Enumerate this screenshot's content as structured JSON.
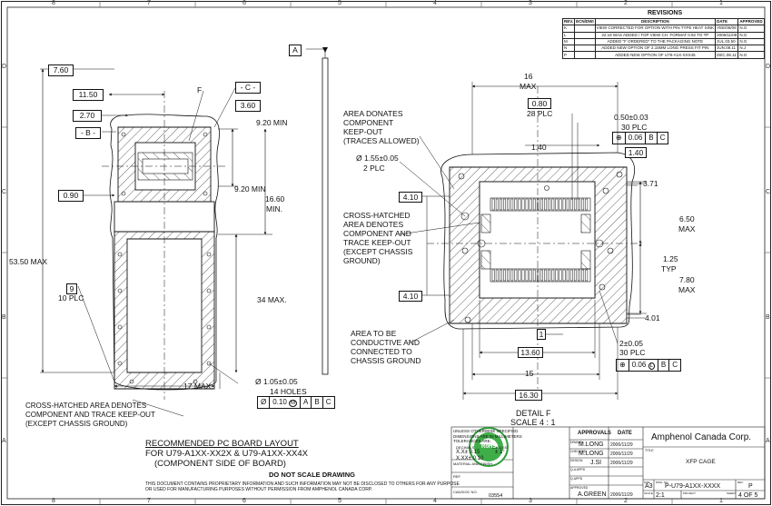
{
  "grid": {
    "top_numbers": [
      "8",
      "7",
      "6",
      "5",
      "4",
      "3",
      "2",
      "1"
    ],
    "bottom_numbers": [
      "8",
      "7",
      "6",
      "5",
      "4",
      "3",
      "2",
      "1"
    ],
    "side_letters": [
      "D",
      "C",
      "B",
      "A"
    ]
  },
  "revisions": {
    "title": "REVISIONS",
    "headers": [
      "REV.",
      "ECN/DWI",
      "DESCRIPTION",
      "DATE",
      "APPROVED"
    ],
    "rows": [
      [
        "K",
        "",
        "VIEW CORRECTED FOR OPTION WITH PIN TYPE HEAT SINK",
        "YEE/06/09",
        "N.G"
      ],
      [
        "L",
        "",
        "22.18 WAS ADDED / TOP VIEW CH. FORMAT 0.92 TO TP",
        "2006/11/09",
        "N.G"
      ],
      [
        "M",
        "",
        "ADDED \"F ORDERED\" TO THE PACKAGING NOTE",
        "JUL.03.50",
        "N.G"
      ],
      [
        "N",
        "",
        "ADDED NEW OPTION OF 2.15MM LONG PRESS FIT PIN",
        "JUN.08.11",
        "N.J"
      ],
      [
        "P",
        "",
        "ADDED NEW OPTION OF U79-A1X-XXX45",
        "DEC.06.11",
        "N.G"
      ]
    ]
  },
  "left_view": {
    "dims": {
      "d760": "7.60",
      "d1150": "11.50",
      "d270": "2.70",
      "d360": "3.60",
      "d920a": "9.20 MIN",
      "d920b": "9.20 MIN",
      "d1660a": "16.60",
      "d1660b": "MIN.",
      "d090": "0.90",
      "d5350": "53.50 MAX",
      "d9": "9",
      "d10plc": "10 PLC",
      "d34": "34 MAX.",
      "d17": "17 MAX.",
      "hole1": "Ø 1.05±0.05",
      "hole2": "14 HOLES"
    },
    "datums": {
      "b": "- B -",
      "c": "- C -",
      "a": "A",
      "f": "F"
    },
    "fcf": [
      "Ø",
      "0.10",
      "M",
      "A",
      "B",
      "C"
    ],
    "note": "CROSS-HATCHED AREA DENOTES\nCOMPONENT AND TRACE KEEP-OUT\n(EXCEPT CHASSIS GROUND)"
  },
  "right_view": {
    "dims": {
      "d16": "16",
      "d16max": "MAX",
      "d080": "0.80",
      "d28plc": "28 PLC",
      "d050": "0.50±0.03",
      "d30plc": "30 PLC",
      "d140a": "1.40",
      "d140b": "1.40",
      "d371": "3.71",
      "d410a": "4.10",
      "d410b": "4.10",
      "d650": "6.50",
      "d650max": "MAX",
      "d125": "1.25",
      "d125typ": "TYP",
      "d780": "7.80",
      "d780max": "MAX",
      "d401": "4.01",
      "d1": "1",
      "d2": "2±0.05",
      "d2plc": "30 PLC",
      "d1360": "13.60",
      "d15": "15",
      "d1630": "16.30",
      "hole1": "Ø 1.55±0.05",
      "hole2": "2 PLC"
    },
    "fcf1": [
      "⊕",
      "0.06",
      "B",
      "C"
    ],
    "fcf2": [
      "⊕",
      "0.06",
      "L",
      "B",
      "C"
    ],
    "notes": {
      "keepout": "AREA DONATES\nCOMPONENT\nKEEP-OUT\n(TRACES ALLOWED)",
      "crosshatch": "CROSS-HATCHED\nAREA DENOTES\nCOMPONENT AND\nTRACE KEEP-OUT\n(EXCEPT CHASSIS\nGROUND)",
      "conductive": "AREA TO BE\nCONDUCTIVE AND\nCONNECTED TO\nCHASSIS GROUND"
    },
    "detail": "DETAIL F",
    "scale": "SCALE 4 : 1"
  },
  "captions": {
    "line1": "RECOMMENDED PC BOARD LAYOUT",
    "line2": "FOR U79-A1XX-XX2X & U79-A1XX-XX4X",
    "line3": "(COMPONENT SIDE OF BOARD)",
    "noscale": "DO NOT SCALE DRAWING",
    "prop1": "THIS DOCUMENT CONTAINS PROPRIETARY INFORMATION AND SUCH INFORMATION MAY NOT BE DISCLOSED TO OTHERS FOR ANY PURPOSE",
    "prop2": "OR USED FOR MANUFACTURING PURPOSES WITHOUT PERMISSION FROM AMPHENOL CANADA CORP."
  },
  "title_block": {
    "tol_head": "UNLESS OTHERWISE SPECIFIED\nDIMENSIONS ARE IN MILLIMETERS\nTOLERANCES ARE:",
    "decimals": "DECIMALS",
    "angles": "ANGLES",
    "tol1": "X.X± 0.15",
    "tol2": "X.XX± 0.10",
    "angtol": "± 1°",
    "material": "MATERIAL AND FINISH",
    "ref": "REF.",
    "cad": "CAD/DOC NO.",
    "cadno": "03554",
    "rohs": "RoHS",
    "approvals": "APPROVALS",
    "date": "DATE",
    "drawn_lbl": "DRAWN",
    "drawn": "M.LONG",
    "drawn_date": "2006/11/29",
    "checked_lbl": "CHECKED",
    "checked": "M.LONG",
    "checked_date": "2006/11/29",
    "design_lbl": "DESIGN",
    "design": "J.SI",
    "design_date": "2006/11/29",
    "eng_lbl": "Q.A APPD",
    "mfg_lbl": "Q.APPD",
    "approved_lbl": "APPROVED",
    "approved": "A.GREEN",
    "approved_date": "2006/11/29",
    "company": "Amphenol Canada Corp.",
    "title_lbl": "TITLE",
    "title": "XFP CAGE",
    "size_lbl": "SIZE",
    "size": "A3",
    "dwg_lbl": "DWG. NO.",
    "dwg": "P-U79-A1XX-XXXX",
    "rev_lbl": "REV.",
    "rev": "P",
    "scale_lbl": "SCALE",
    "scale": "2:1",
    "project_lbl": "PROJECT",
    "sheet_lbl": "SHEET",
    "sheet": "4 OF 5"
  }
}
